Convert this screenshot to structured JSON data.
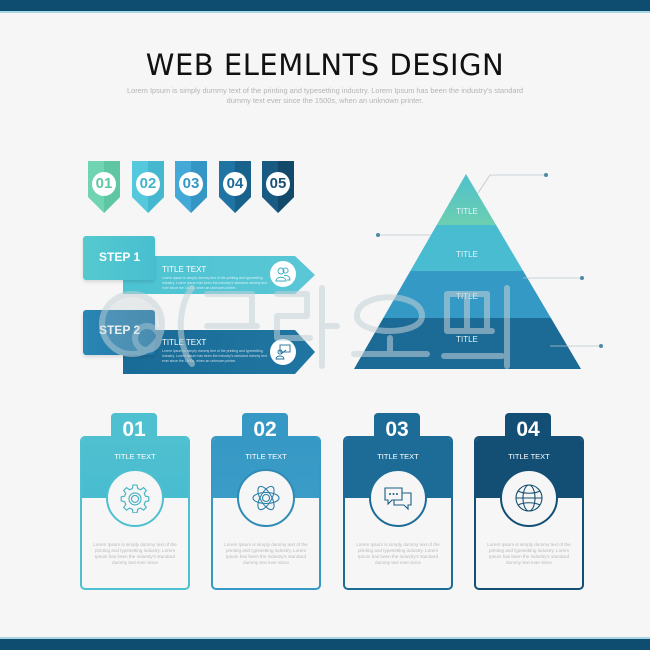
{
  "header": {
    "title": "WEB ELEMLNTS DESIGN",
    "subtitle": "Lorem Ipsum is simply dummy text of the printing and typesetting industry. Lorem Ipsum has been the industry's standard dummy text ever since the 1500s, when an unknown printer."
  },
  "colors": {
    "frame": "#0e4d6f",
    "frame_line": "#a9d6e3",
    "background": "#f6f6f6",
    "green": "#6fd3b0",
    "teal": "#4dbfd0",
    "blue": "#3a9cc6",
    "deep": "#1d6f99",
    "navy": "#155279"
  },
  "badges": [
    {
      "label": "01",
      "color": "#70d4b2",
      "shade": "#5ec6a3",
      "text_color": "#5cc7a4"
    },
    {
      "label": "02",
      "color": "#55c8dd",
      "shade": "#45b8cf",
      "text_color": "#3fb4cb"
    },
    {
      "label": "03",
      "color": "#45a9d8",
      "shade": "#3596c6",
      "text_color": "#3497c6"
    },
    {
      "label": "04",
      "color": "#1f74a3",
      "shade": "#17618a",
      "text_color": "#1d6b97"
    },
    {
      "label": "05",
      "color": "#185a82",
      "shade": "#12496a",
      "text_color": "#164f74"
    }
  ],
  "steps": [
    {
      "label": "STEP 1",
      "title": "TITLE TEXT",
      "text": "Lorem Ipsum is simply dummy text of the printing and typesetting industry. Lorem Ipsum has been the industry's standard dummy text ever since the 1500s, when an unknown printer.",
      "icon": "users-icon"
    },
    {
      "label": "STEP 2",
      "title": "TITLE TEXT",
      "text": "Lorem Ipsum is simply dummy text of the printing and typesetting industry. Lorem Ipsum has been the industry's standard dummy text ever since the 1500s, when an unknown printer.",
      "icon": "presentation-icon"
    }
  ],
  "pyramid": {
    "levels": [
      {
        "label": "TITLE"
      },
      {
        "label": "TITLE"
      },
      {
        "label": "TITLE"
      },
      {
        "label": "TITLE"
      }
    ]
  },
  "cards": [
    {
      "number": "01",
      "title": "TITLE TEXT",
      "icon": "gear-icon",
      "text": "Lorem Ipsum is simply dummy text of the printing and typesetting industry. Lorem Ipsum has been the industry's standard dummy text ever since"
    },
    {
      "number": "02",
      "title": "TITLE TEXT",
      "icon": "atom-icon",
      "text": "Lorem Ipsum is simply dummy text of the printing and typesetting industry. Lorem Ipsum has been the industry's standard dummy text ever since"
    },
    {
      "number": "03",
      "title": "TITLE TEXT",
      "icon": "chat-bubbles-icon",
      "text": "Lorem Ipsum is simply dummy text of the printing and typesetting industry. Lorem Ipsum has been the industry's standard dummy text ever since"
    },
    {
      "number": "04",
      "title": "TITLE TEXT",
      "icon": "globe-icon",
      "text": "Lorem Ipsum is simply dummy text of the printing and typesetting industry. Lorem Ipsum has been the industry's standard dummy text ever since"
    }
  ],
  "watermark": {
    "text": "크라우드픽"
  }
}
